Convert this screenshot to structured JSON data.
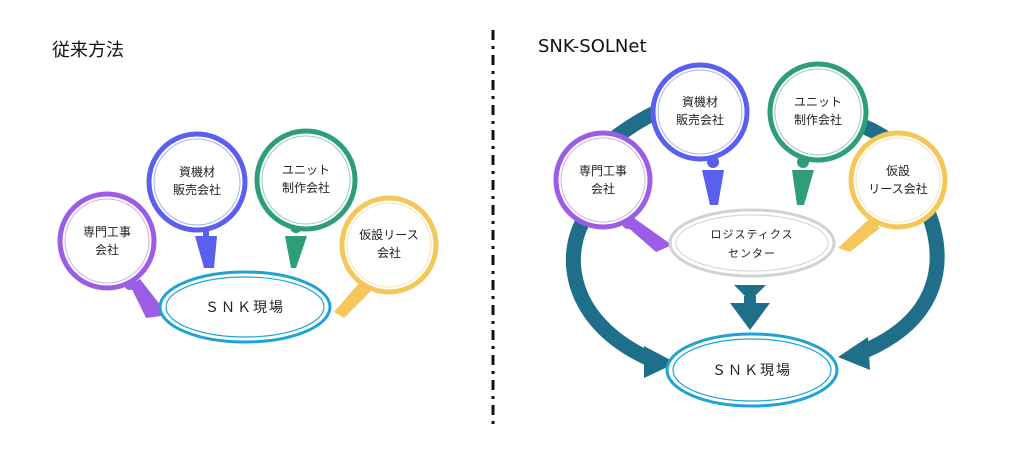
{
  "left": {
    "title": "従来方法",
    "nodes": {
      "senmon": [
        "専門工事",
        "会社"
      ],
      "shizai": [
        "資機材",
        "販売会社"
      ],
      "unit": [
        "ユニット",
        "制作会社"
      ],
      "kasetsu": [
        "仮設リース",
        "会社"
      ]
    },
    "center": "ＳＮＫ現場"
  },
  "right": {
    "title": "SNK-SOLNet",
    "nodes": {
      "senmon": [
        "専門工事",
        "会社"
      ],
      "shizai": [
        "資機材",
        "販売会社"
      ],
      "unit": [
        "ユニット",
        "制作会社"
      ],
      "kasetsu": [
        "仮設",
        "リース会社"
      ]
    },
    "hub": [
      "ロジスティクス",
      "センター"
    ],
    "center": "ＳＮＫ現場"
  },
  "colors": {
    "purple": "#9b5de5",
    "blue": "#5b5ff0",
    "green": "#2e9e78",
    "yellow": "#f5c75b",
    "cyan": "#1fa3d6",
    "teal_arrow": "#1f6f8b",
    "gray": "#cfcfcf"
  }
}
